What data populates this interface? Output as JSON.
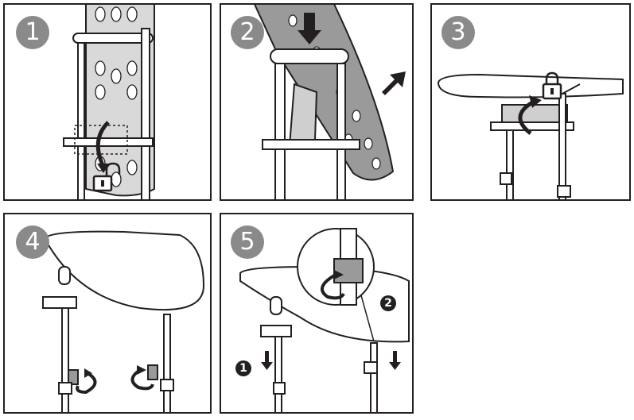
{
  "steps": [
    {
      "number": "1"
    },
    {
      "number": "2"
    },
    {
      "number": "3"
    },
    {
      "number": "4"
    },
    {
      "number": "5"
    }
  ],
  "sub_steps": [
    "1",
    "2"
  ],
  "colors": {
    "outline": "#231f20",
    "badge": "#8a8a8a",
    "board": "#9a9a9a",
    "shade": "#cfcfcf"
  },
  "icons": [
    "unlock-icon",
    "lock-icon",
    "rotate-arrow-icon",
    "down-arrow-icon",
    "diagonal-arrow-icon"
  ]
}
